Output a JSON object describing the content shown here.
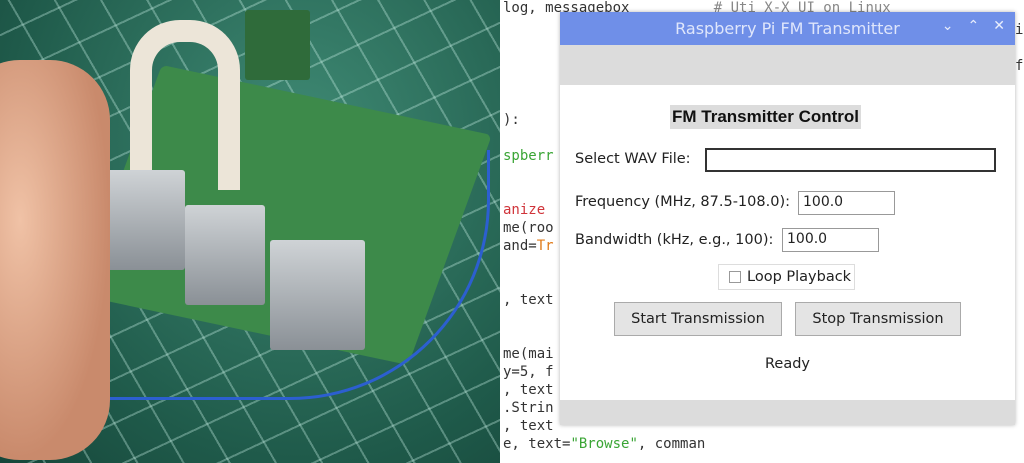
{
  "code_lines": [
    "log, messagebox",
    "# Uti X-X UI on Linux",
    "):",
    "spberr",
    "anize",
    "me(roo",
    "and=",
    "Tr",
    ", text",
    "me(mai",
    "y=5, f",
    ", text",
    ".Strin",
    ", text",
    "e, text=",
    "\"Browse\"",
    ", comman",
    "it",
    "fr"
  ],
  "window": {
    "title": "Raspberry Pi FM Transmitter",
    "heading": "FM Transmitter Control",
    "wav_label": "Select WAV File:",
    "wav_value": "",
    "freq_label": "Frequency (MHz, 87.5-108.0):",
    "freq_value": "100.0",
    "bw_label": "Bandwidth (kHz, e.g., 100):",
    "bw_value": "100.0",
    "loop_label": "Loop Playback",
    "loop_checked": false,
    "start_label": "Start Transmission",
    "stop_label": "Stop Transmission",
    "status": "Ready",
    "minimize": "⌄",
    "maximize": "⌃",
    "close": "✕"
  },
  "colors": {
    "titlebar": "#6f8fe8",
    "chrome": "#dcdcdc"
  }
}
